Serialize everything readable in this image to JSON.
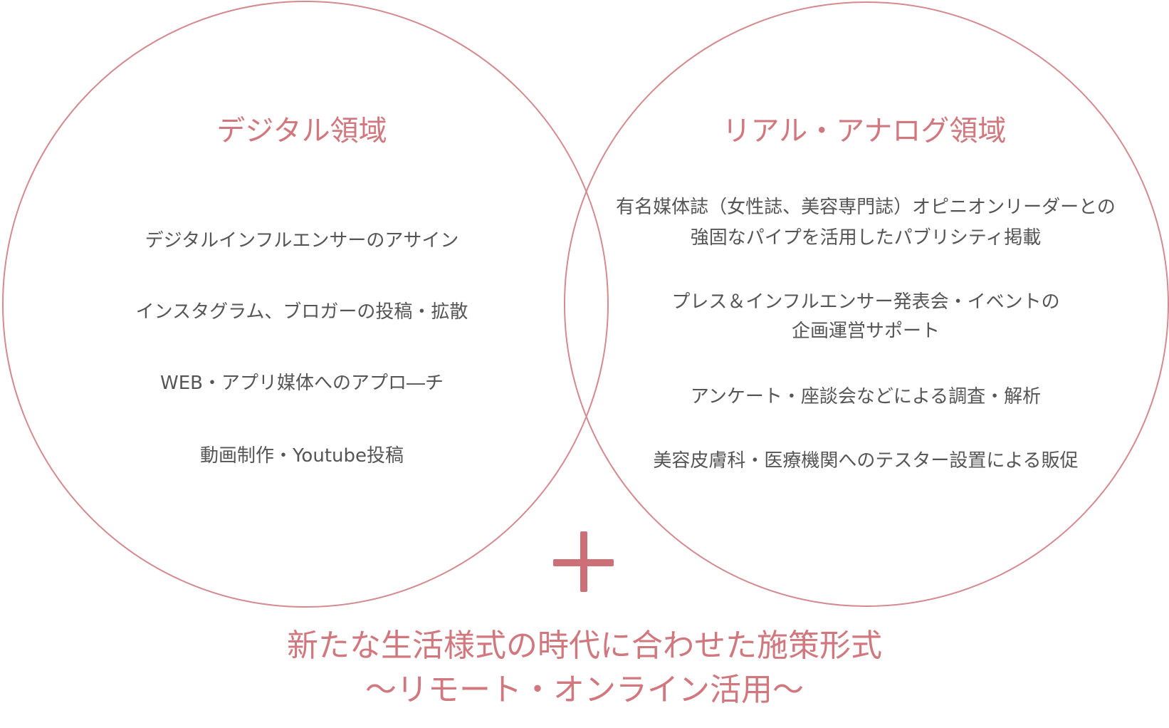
{
  "diagram": {
    "left": {
      "title": "デジタル領域",
      "items": [
        [
          "デジタルインフルエンサーのアサイン"
        ],
        [
          "インスタグラム、ブロガーの投稿・拡散"
        ],
        [
          "WEB・アプリ媒体へのアプロ―チ"
        ],
        [
          "動画制作・Youtube投稿"
        ]
      ]
    },
    "right": {
      "title": "リアル・アナログ領域",
      "items": [
        [
          "有名媒体誌（女性誌、美容専門誌）オピニオンリーダーとの",
          "強固なパイプを活用したパブリシティ掲載"
        ],
        [
          "プレス＆インフルエンサー発表会・イベントの",
          "企画運営サポート"
        ],
        [
          "アンケート・座談会などによる調査・解析"
        ],
        [
          "美容皮膚科・医療機関へのテスター設置による販促"
        ]
      ]
    },
    "footer": {
      "line1": "新たな生活様式の時代に合わせた施策形式",
      "line2": "～リモート・オンライン活用～"
    },
    "colors": {
      "circle_stroke": "#d48a8f",
      "accent": "#d1777e",
      "body_text": "#555555"
    },
    "icons": {
      "plus": "plus-icon"
    }
  }
}
